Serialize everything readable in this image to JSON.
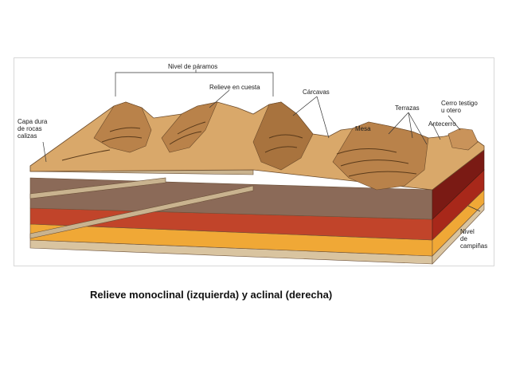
{
  "figure": {
    "labels": {
      "nivel_paramos": "Nivel de páramos",
      "relieve_cuesta": "Relieve en cuesta",
      "carcavas": "Cárcavas",
      "capa_dura": "Capa dura\nde rocas\ncalizas",
      "terrazas": "Terrazas",
      "cerro_testigo": "Cerro testigo\nu otero",
      "mesa": "Mesa",
      "antecerro": "Antecerro",
      "nivel_campinas": "Nivel\nde campiñas"
    },
    "colors": {
      "terrain": "#d9a86a",
      "terrain_dark": "#8a5a2b",
      "hard_layer": "#c9b38f",
      "marl_layer": "#8b6a58",
      "red_layer": "#c1442a",
      "dark_red_layer": "#7a1a14",
      "orange_layer": "#f0a836",
      "base_layer": "#d9c4a0"
    }
  },
  "caption": "Relieve monoclinal (izquierda) y aclinal (derecha)"
}
